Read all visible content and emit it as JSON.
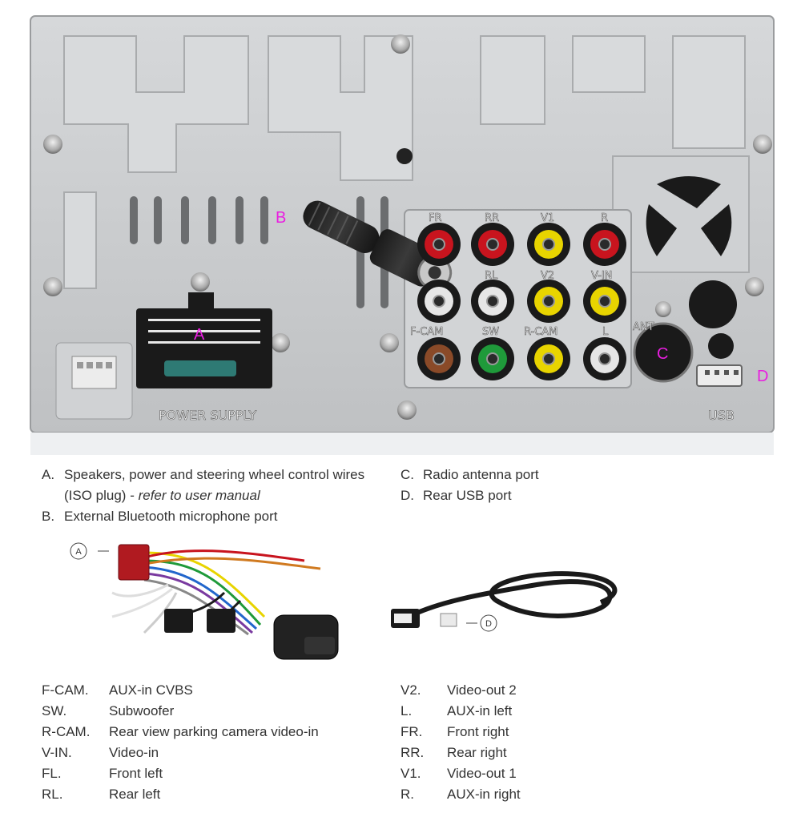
{
  "panel": {
    "markers": {
      "a": "A",
      "b": "B",
      "c": "C",
      "d": "D"
    },
    "labels": {
      "power_supply": "POWER SUPPLY",
      "usb": "USB",
      "ant": "ANT",
      "fr": "FR",
      "rr": "RR",
      "v1": "V1",
      "r": "R",
      "rl": "RL",
      "v2": "V2",
      "v_in": "V-IN",
      "f_cam": "F-CAM",
      "sw": "SW",
      "r_cam": "R-CAM",
      "l": "L"
    },
    "colors": {
      "marker": "#e91ee0",
      "rca_red": "#c8141e",
      "rca_yellow": "#e8d400",
      "rca_white": "#e6e6e6",
      "rca_brown": "#8a4a28",
      "rca_green": "#1f9a3a",
      "metal": "#c9cbcd"
    }
  },
  "legend": {
    "a_letter": "A.",
    "a_text": "Speakers, power and steering wheel control wires (ISO plug) - ",
    "a_italic": "refer to user manual",
    "b_letter": "B.",
    "b_text": "External Bluetooth microphone port",
    "c_letter": "C.",
    "c_text": "Radio antenna port",
    "d_letter": "D.",
    "d_text": "Rear USB port"
  },
  "callouts": {
    "harness": "A",
    "usb_cable": "D"
  },
  "abbreviations_left": [
    {
      "key": "F-CAM.",
      "value": "AUX-in CVBS"
    },
    {
      "key": "SW.",
      "value": "Subwoofer"
    },
    {
      "key": "R-CAM.",
      "value": "Rear view parking camera video-in"
    },
    {
      "key": "V-IN.",
      "value": "Video-in"
    },
    {
      "key": "FL.",
      "value": "Front left"
    },
    {
      "key": "RL.",
      "value": "Rear left"
    }
  ],
  "abbreviations_right": [
    {
      "key": "V2.",
      "value": "Video-out 2"
    },
    {
      "key": "L.",
      "value": "AUX-in left"
    },
    {
      "key": "FR.",
      "value": "Front right"
    },
    {
      "key": "RR.",
      "value": "Rear right"
    },
    {
      "key": "V1.",
      "value": "Video-out 1"
    },
    {
      "key": "R.",
      "value": "AUX-in right"
    }
  ]
}
